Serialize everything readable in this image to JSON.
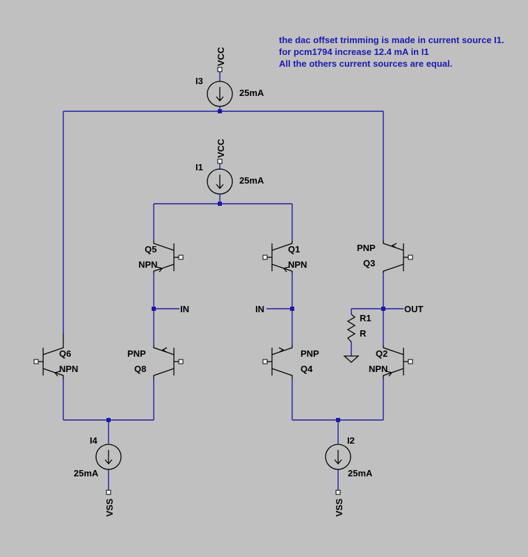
{
  "note": {
    "line1": "the dac offset trimming is made in current source I1.",
    "line2": "for pcm1794 increase 12.4 mA in I1",
    "line3": "All the others current sources are equal."
  },
  "sources": {
    "I3": {
      "name": "I3",
      "value": "25mA",
      "supply": "VCC"
    },
    "I1": {
      "name": "I1",
      "value": "25mA",
      "supply": "VCC"
    },
    "I4": {
      "name": "I4",
      "value": "25mA",
      "supply": "VSS"
    },
    "I2": {
      "name": "I2",
      "value": "25mA",
      "supply": "VSS"
    }
  },
  "transistors": {
    "Q5": {
      "name": "Q5",
      "type": "NPN"
    },
    "Q1": {
      "name": "Q1",
      "type": "NPN"
    },
    "Q3": {
      "name": "Q3",
      "type": "PNP"
    },
    "Q6": {
      "name": "Q6",
      "type": "NPN"
    },
    "Q8": {
      "name": "Q8",
      "type": "PNP"
    },
    "Q4": {
      "name": "Q4",
      "type": "PNP"
    },
    "Q2": {
      "name": "Q2",
      "type": "NPN"
    }
  },
  "resistor": {
    "name": "R1",
    "value": "R"
  },
  "nets": {
    "in_left": "IN",
    "in_right": "IN",
    "out": "OUT"
  }
}
